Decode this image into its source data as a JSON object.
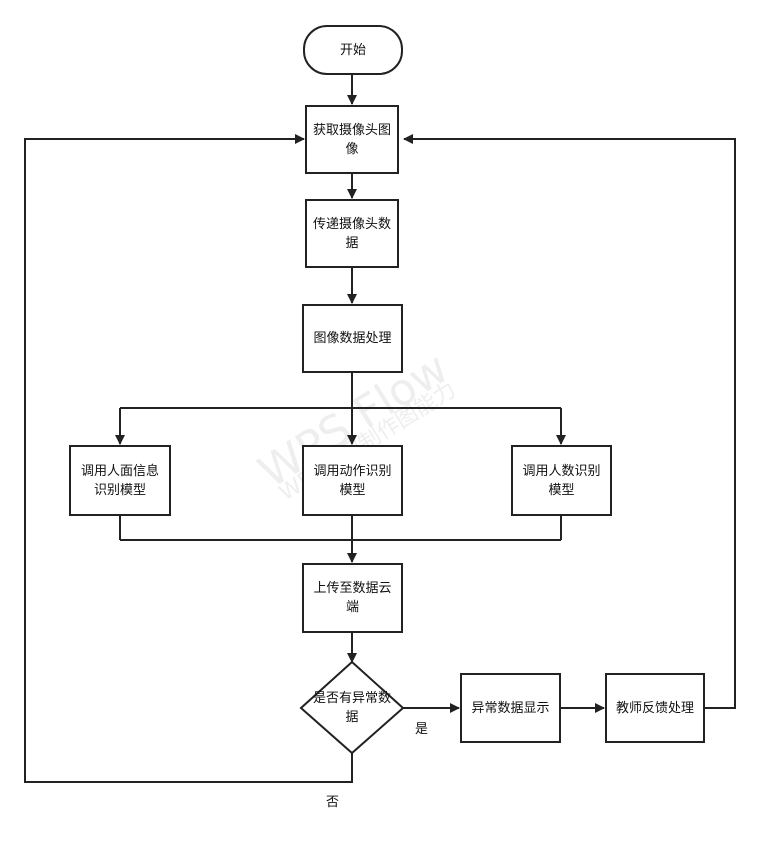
{
  "nodes": {
    "start": "开始",
    "capture": "获取摄像头图像",
    "transfer": "传递摄像头数据",
    "process": "图像数据处理",
    "face_model": "调用人面信息识别模型",
    "action_model": "调用动作识别模型",
    "count_model": "调用人数识别模型",
    "upload": "上传至数据云端",
    "decision": "是否有异常数据",
    "display": "异常数据显示",
    "feedback": "教师反馈处理"
  },
  "edge_labels": {
    "yes": "是",
    "no": "否"
  },
  "watermark": {
    "line1": "WPS Flow",
    "line2": "WPS校园制作图能力"
  },
  "colors": {
    "stroke": "#222222",
    "background": "#ffffff"
  }
}
